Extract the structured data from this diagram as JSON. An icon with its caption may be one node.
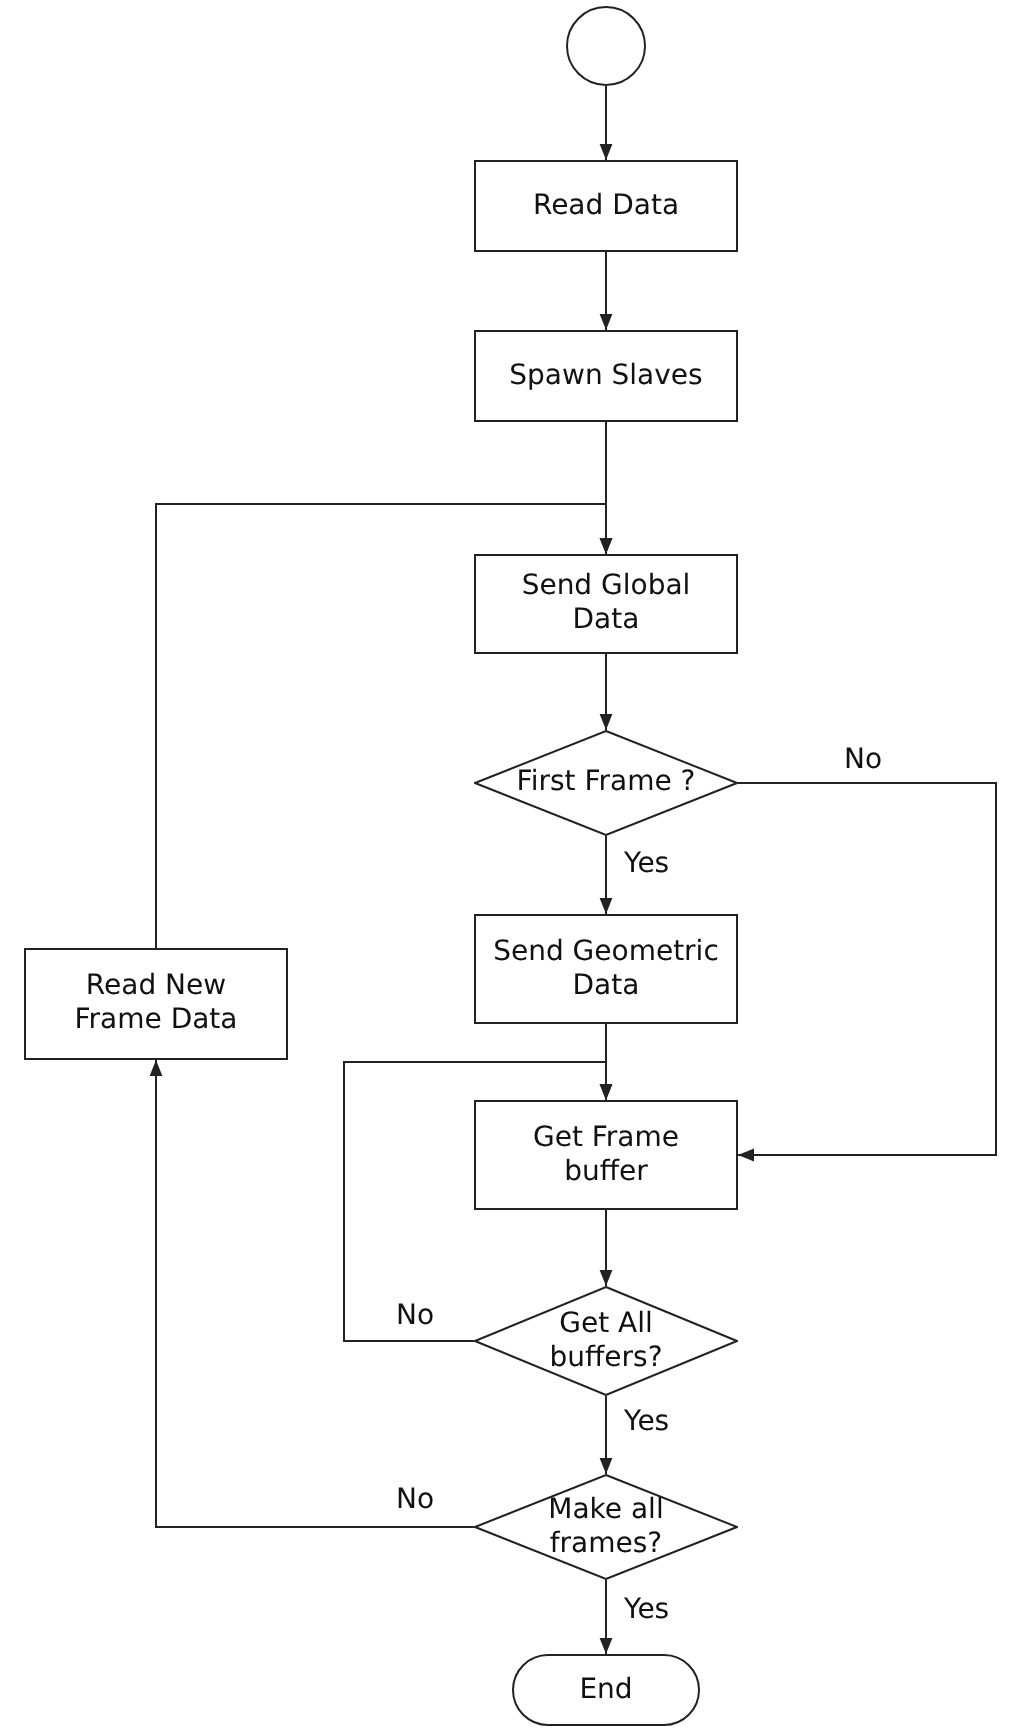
{
  "diagram": {
    "nodes": [
      {
        "text": [],
        "shape": "circle"
      },
      {
        "text": [
          "Read Data"
        ]
      },
      {
        "text": [
          "Spawn Slaves"
        ]
      },
      {
        "text": [
          "Send Global Data"
        ]
      },
      {
        "text": [
          "First Frame ?"
        ]
      },
      {
        "text": [
          "Send Geometric Data"
        ]
      },
      {
        "text": [
          "Read New Frame Data"
        ]
      },
      {
        "text": [
          "Get Frame buffer"
        ]
      },
      {
        "text": [
          "Get All buffers?"
        ]
      },
      {
        "text": [
          "Make all frames?"
        ]
      },
      {
        "text": [
          "End"
        ]
      }
    ],
    "edges": [
      {
        "from": 0,
        "to": 1,
        "arrow": "to"
      },
      {
        "from": 1,
        "to": 2,
        "arrow": "to"
      },
      {
        "from": 2,
        "to": 3,
        "arrow": "to"
      },
      {
        "from": 3,
        "to": 4,
        "arrow": "to"
      },
      {
        "from": 4,
        "to": 5,
        "arrow": "to",
        "label": "Yes"
      },
      {
        "from": 4,
        "to": 7,
        "arrow": "to",
        "label": "No"
      },
      {
        "from": 5,
        "to": 7,
        "arrow": "to"
      },
      {
        "from": 7,
        "to": 8,
        "arrow": "to"
      },
      {
        "from": 8,
        "to": 7,
        "arrow": "to",
        "label": "No"
      },
      {
        "from": 8,
        "to": 9,
        "arrow": "to",
        "label": "Yes"
      },
      {
        "from": 9,
        "to": 6,
        "arrow": "to",
        "label": "No"
      },
      {
        "from": 6,
        "to": 3,
        "arrow": "to"
      },
      {
        "from": 9,
        "to": 10,
        "arrow": "to",
        "label": "Yes"
      }
    ]
  }
}
